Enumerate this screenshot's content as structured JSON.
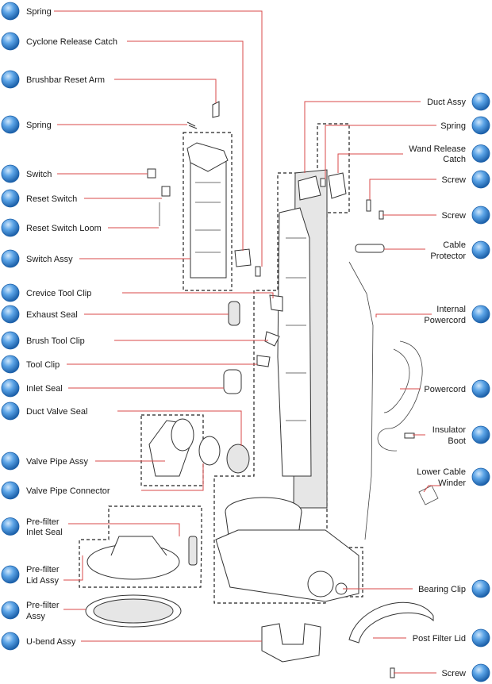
{
  "left_parts": [
    {
      "id": "spring-top",
      "lines": [
        "Spring"
      ]
    },
    {
      "id": "cyclone-release-catch",
      "lines": [
        "Cyclone Release Catch"
      ]
    },
    {
      "id": "brushbar-reset-arm",
      "lines": [
        "Brushbar Reset Arm"
      ]
    },
    {
      "id": "spring-left",
      "lines": [
        "Spring"
      ]
    },
    {
      "id": "switch",
      "lines": [
        "Switch"
      ]
    },
    {
      "id": "reset-switch",
      "lines": [
        "Reset Switch"
      ]
    },
    {
      "id": "reset-switch-loom",
      "lines": [
        "Reset Switch Loom"
      ]
    },
    {
      "id": "switch-assy",
      "lines": [
        "Switch Assy"
      ]
    },
    {
      "id": "crevice-tool-clip",
      "lines": [
        "Crevice Tool Clip"
      ]
    },
    {
      "id": "exhaust-seal",
      "lines": [
        "Exhaust Seal"
      ]
    },
    {
      "id": "brush-tool-clip",
      "lines": [
        "Brush Tool Clip"
      ]
    },
    {
      "id": "tool-clip",
      "lines": [
        "Tool Clip"
      ]
    },
    {
      "id": "inlet-seal",
      "lines": [
        "Inlet Seal"
      ]
    },
    {
      "id": "duct-valve-seal",
      "lines": [
        "Duct Valve Seal"
      ]
    },
    {
      "id": "valve-pipe-assy",
      "lines": [
        "Valve Pipe Assy"
      ]
    },
    {
      "id": "valve-pipe-connector",
      "lines": [
        "Valve Pipe Connector"
      ]
    },
    {
      "id": "pre-filter-inlet-seal",
      "lines": [
        "Pre-filter",
        "Inlet Seal"
      ]
    },
    {
      "id": "pre-filter-lid-assy",
      "lines": [
        "Pre-filter",
        "Lid Assy"
      ]
    },
    {
      "id": "pre-filter-assy",
      "lines": [
        "Pre-filter",
        "Assy"
      ]
    },
    {
      "id": "u-bend-assy",
      "lines": [
        "U-bend Assy"
      ]
    }
  ],
  "right_parts": [
    {
      "id": "duct-assy",
      "lines": [
        "Duct Assy"
      ]
    },
    {
      "id": "spring-right",
      "lines": [
        "Spring"
      ]
    },
    {
      "id": "wand-release-catch",
      "lines": [
        "Wand Release",
        "Catch"
      ]
    },
    {
      "id": "screw-1",
      "lines": [
        "Screw"
      ]
    },
    {
      "id": "screw-2",
      "lines": [
        "Screw"
      ]
    },
    {
      "id": "cable-protector",
      "lines": [
        "Cable",
        "Protector"
      ]
    },
    {
      "id": "internal-powercord",
      "lines": [
        "Internal",
        "Powercord"
      ]
    },
    {
      "id": "powercord",
      "lines": [
        "Powercord"
      ]
    },
    {
      "id": "insulator-boot",
      "lines": [
        "Insulator",
        "Boot"
      ]
    },
    {
      "id": "lower-cable-winder",
      "lines": [
        "Lower Cable",
        "Winder"
      ]
    },
    {
      "id": "bearing-clip",
      "lines": [
        "Bearing Clip"
      ]
    },
    {
      "id": "post-filter-lid",
      "lines": [
        "Post Filter Lid"
      ]
    },
    {
      "id": "screw-3",
      "lines": [
        "Screw"
      ]
    }
  ],
  "colors": {
    "bubble_fill": "#2e7fd0",
    "bubble_light": "#cfe6fb",
    "leader_line": "#d84a4a",
    "dashed_group": "#222222"
  },
  "icons": {
    "bubble": "blue-sphere-icon"
  }
}
